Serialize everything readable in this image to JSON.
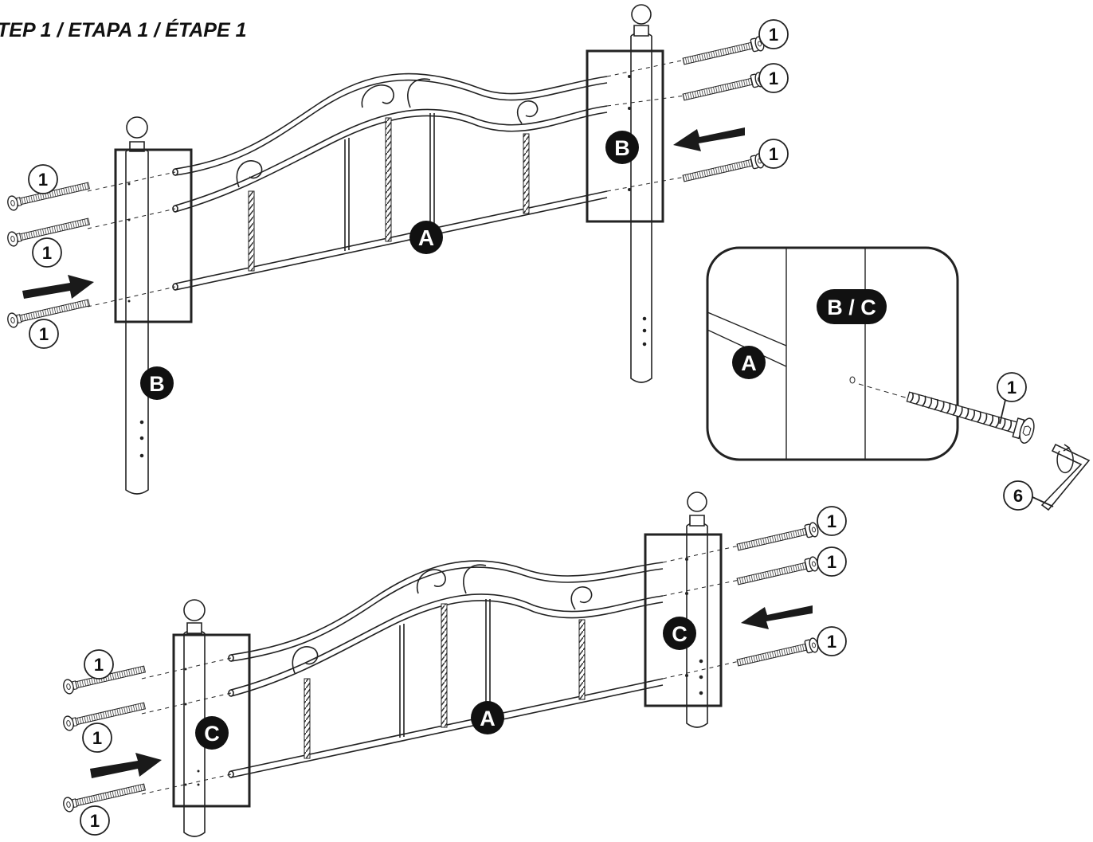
{
  "header": {
    "step_title": "TEP 1 / ETAPA 1 / ÉTAPE 1"
  },
  "labels": {
    "rail_panel": "A",
    "headboard_post": "B",
    "footboard_post": "C",
    "detail_post": "B / C",
    "bolt": "1",
    "allen_key": "6"
  },
  "colors": {
    "ink": "#1a1a1a",
    "badge": "#111111",
    "paper": "#ffffff"
  },
  "icons": [
    "bolt-icon",
    "arrow-icon",
    "allen-key-icon",
    "rotation-icon"
  ]
}
